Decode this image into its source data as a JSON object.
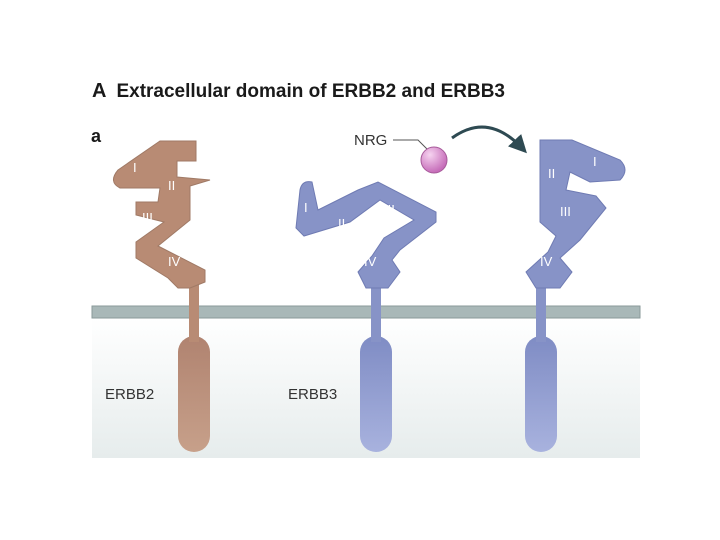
{
  "figure": {
    "heading_letter": "A",
    "heading_text": "Extracellular domain of ERBB2 and ERBB3",
    "panel_label": "a"
  },
  "labels": {
    "ligand": "NRG",
    "erbb2": "ERBB2",
    "erbb3": "ERBB3",
    "domain_i": "I",
    "domain_ii": "II",
    "domain_iii": "III",
    "domain_iv": "IV"
  },
  "colors": {
    "erbb2": "#b88b74",
    "erbb3": "#8793c7",
    "membrane": "#a9b8b8",
    "nrg": "#d98fcf"
  }
}
